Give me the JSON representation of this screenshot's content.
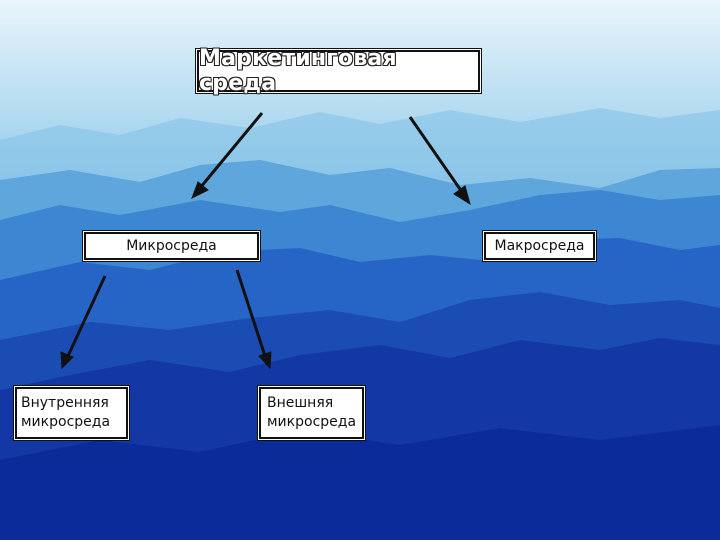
{
  "diagram": {
    "root": {
      "label": "Маркетинговая среда"
    },
    "micro": {
      "label": "Микросреда"
    },
    "macro": {
      "label": "Макросреда"
    },
    "internal": {
      "line1": "Внутренняя",
      "line2": "микросреда"
    },
    "external": {
      "line1": "Внешняя",
      "line2": "микросреда"
    }
  },
  "colors": {
    "sky_top": "#e9f4fa",
    "ridge_far": "#6fb6de",
    "ridge_deep": "#0a2a9e",
    "arrow": "#111111"
  }
}
